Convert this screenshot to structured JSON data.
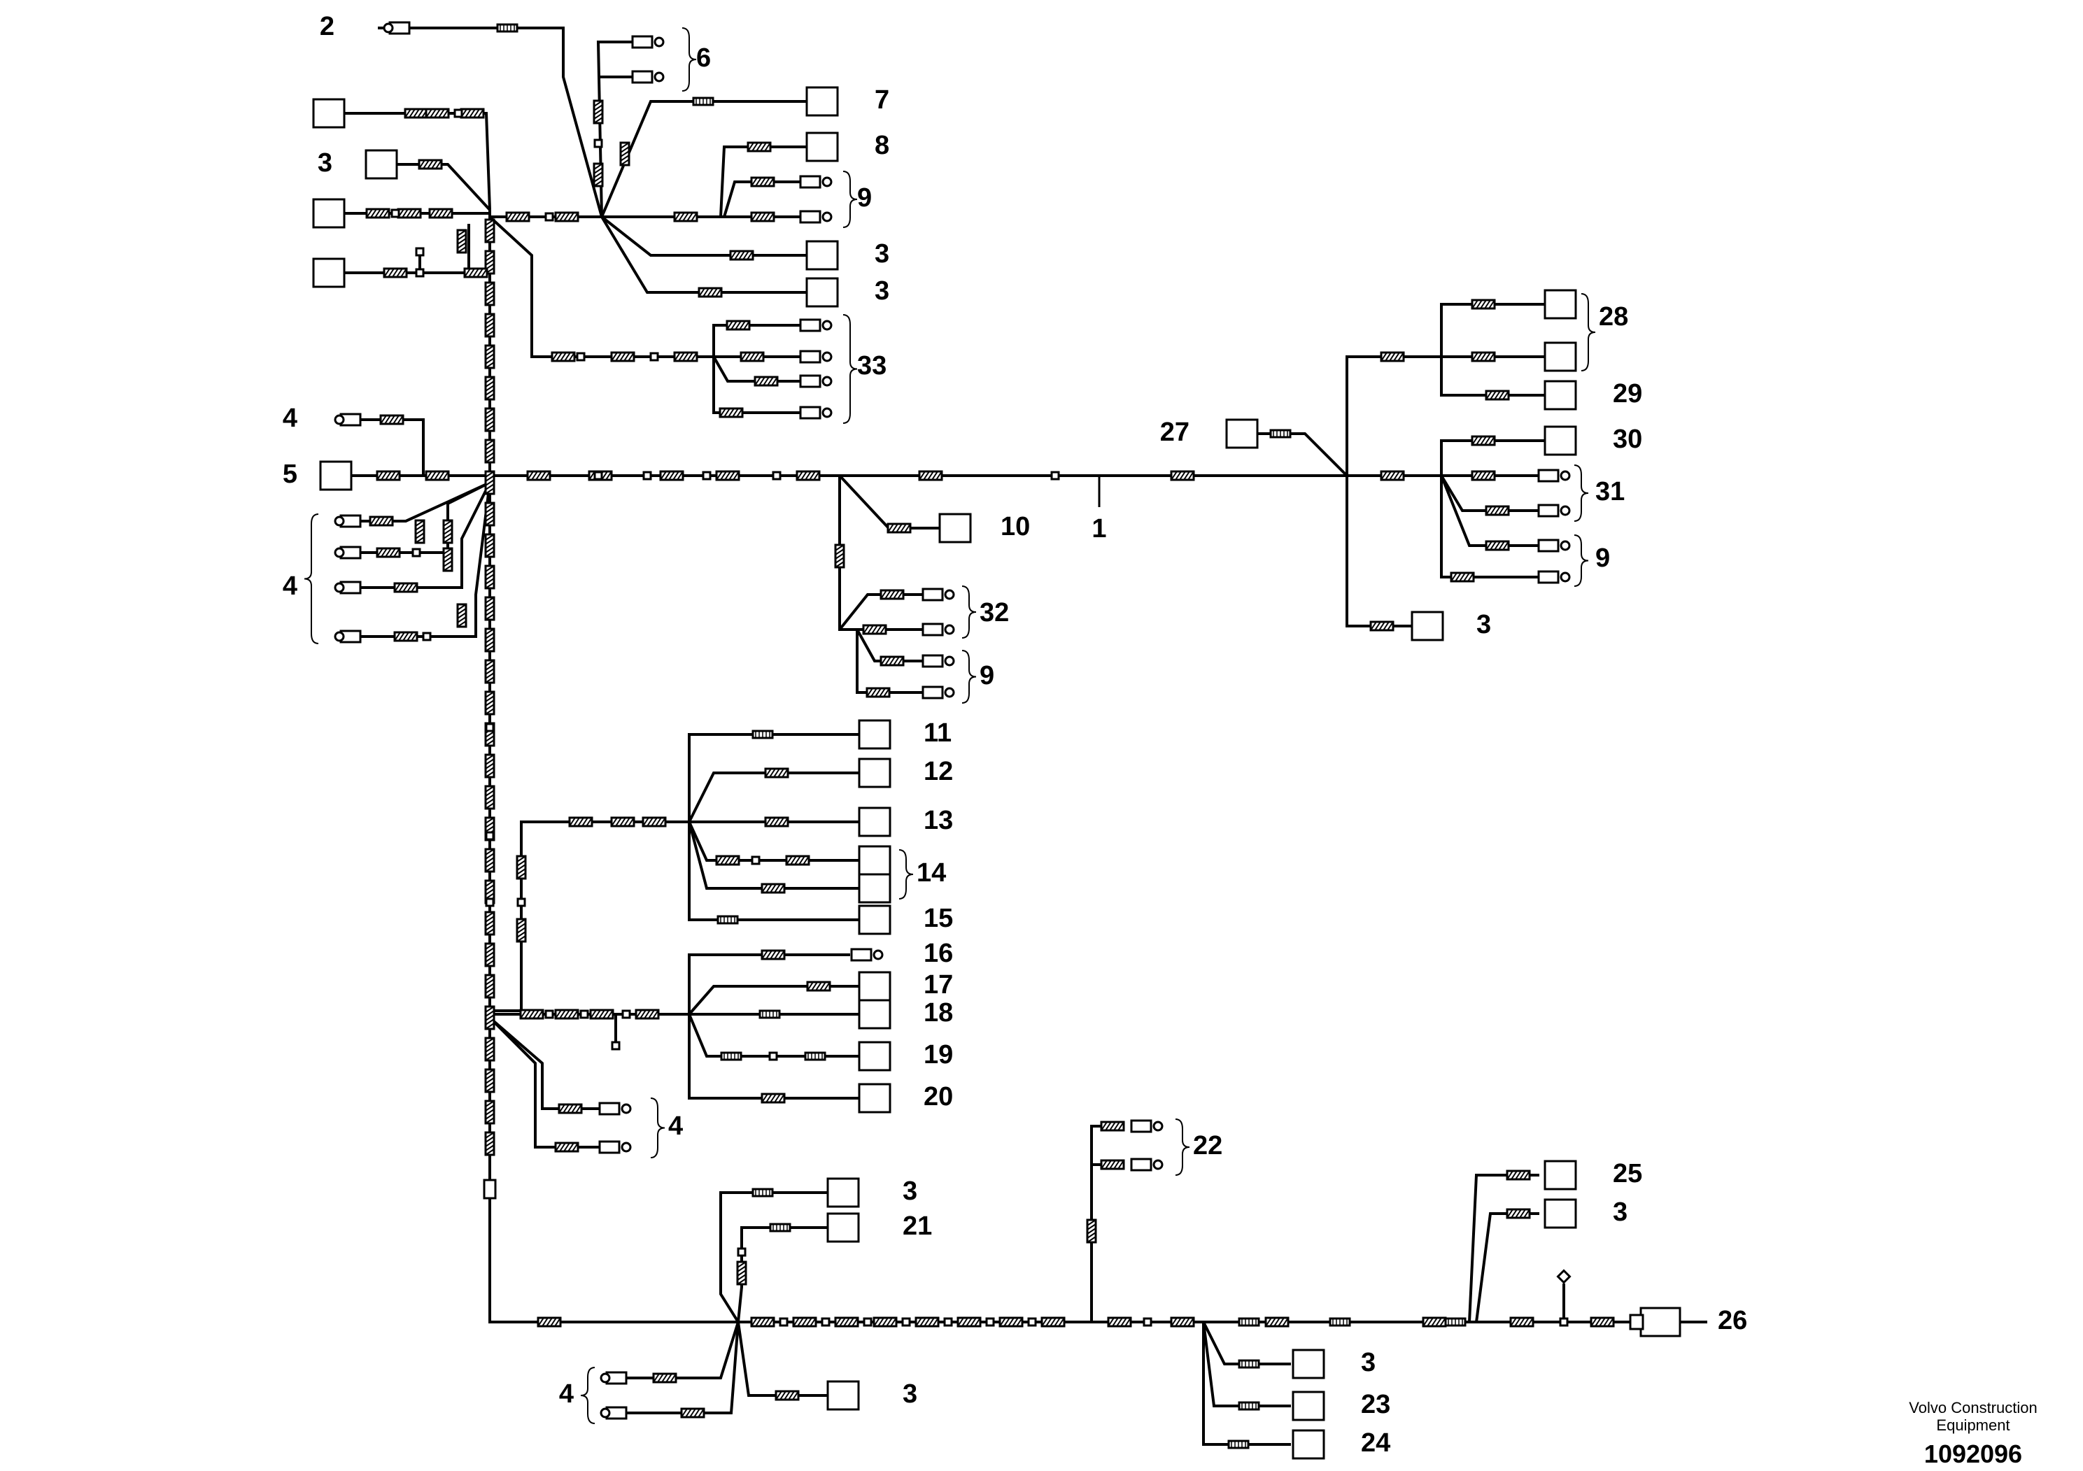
{
  "callouts": [
    "1",
    "2",
    "3",
    "4",
    "5",
    "6",
    "7",
    "8",
    "9",
    "10",
    "11",
    "12",
    "13",
    "14",
    "15",
    "16",
    "17",
    "18",
    "19",
    "20",
    "21",
    "22",
    "23",
    "24",
    "25",
    "26",
    "27",
    "28",
    "29",
    "30",
    "31",
    "32",
    "33"
  ],
  "footer": {
    "brand_line1": "Volvo Construction",
    "brand_line2": "Equipment",
    "doc_number": "1092096"
  }
}
